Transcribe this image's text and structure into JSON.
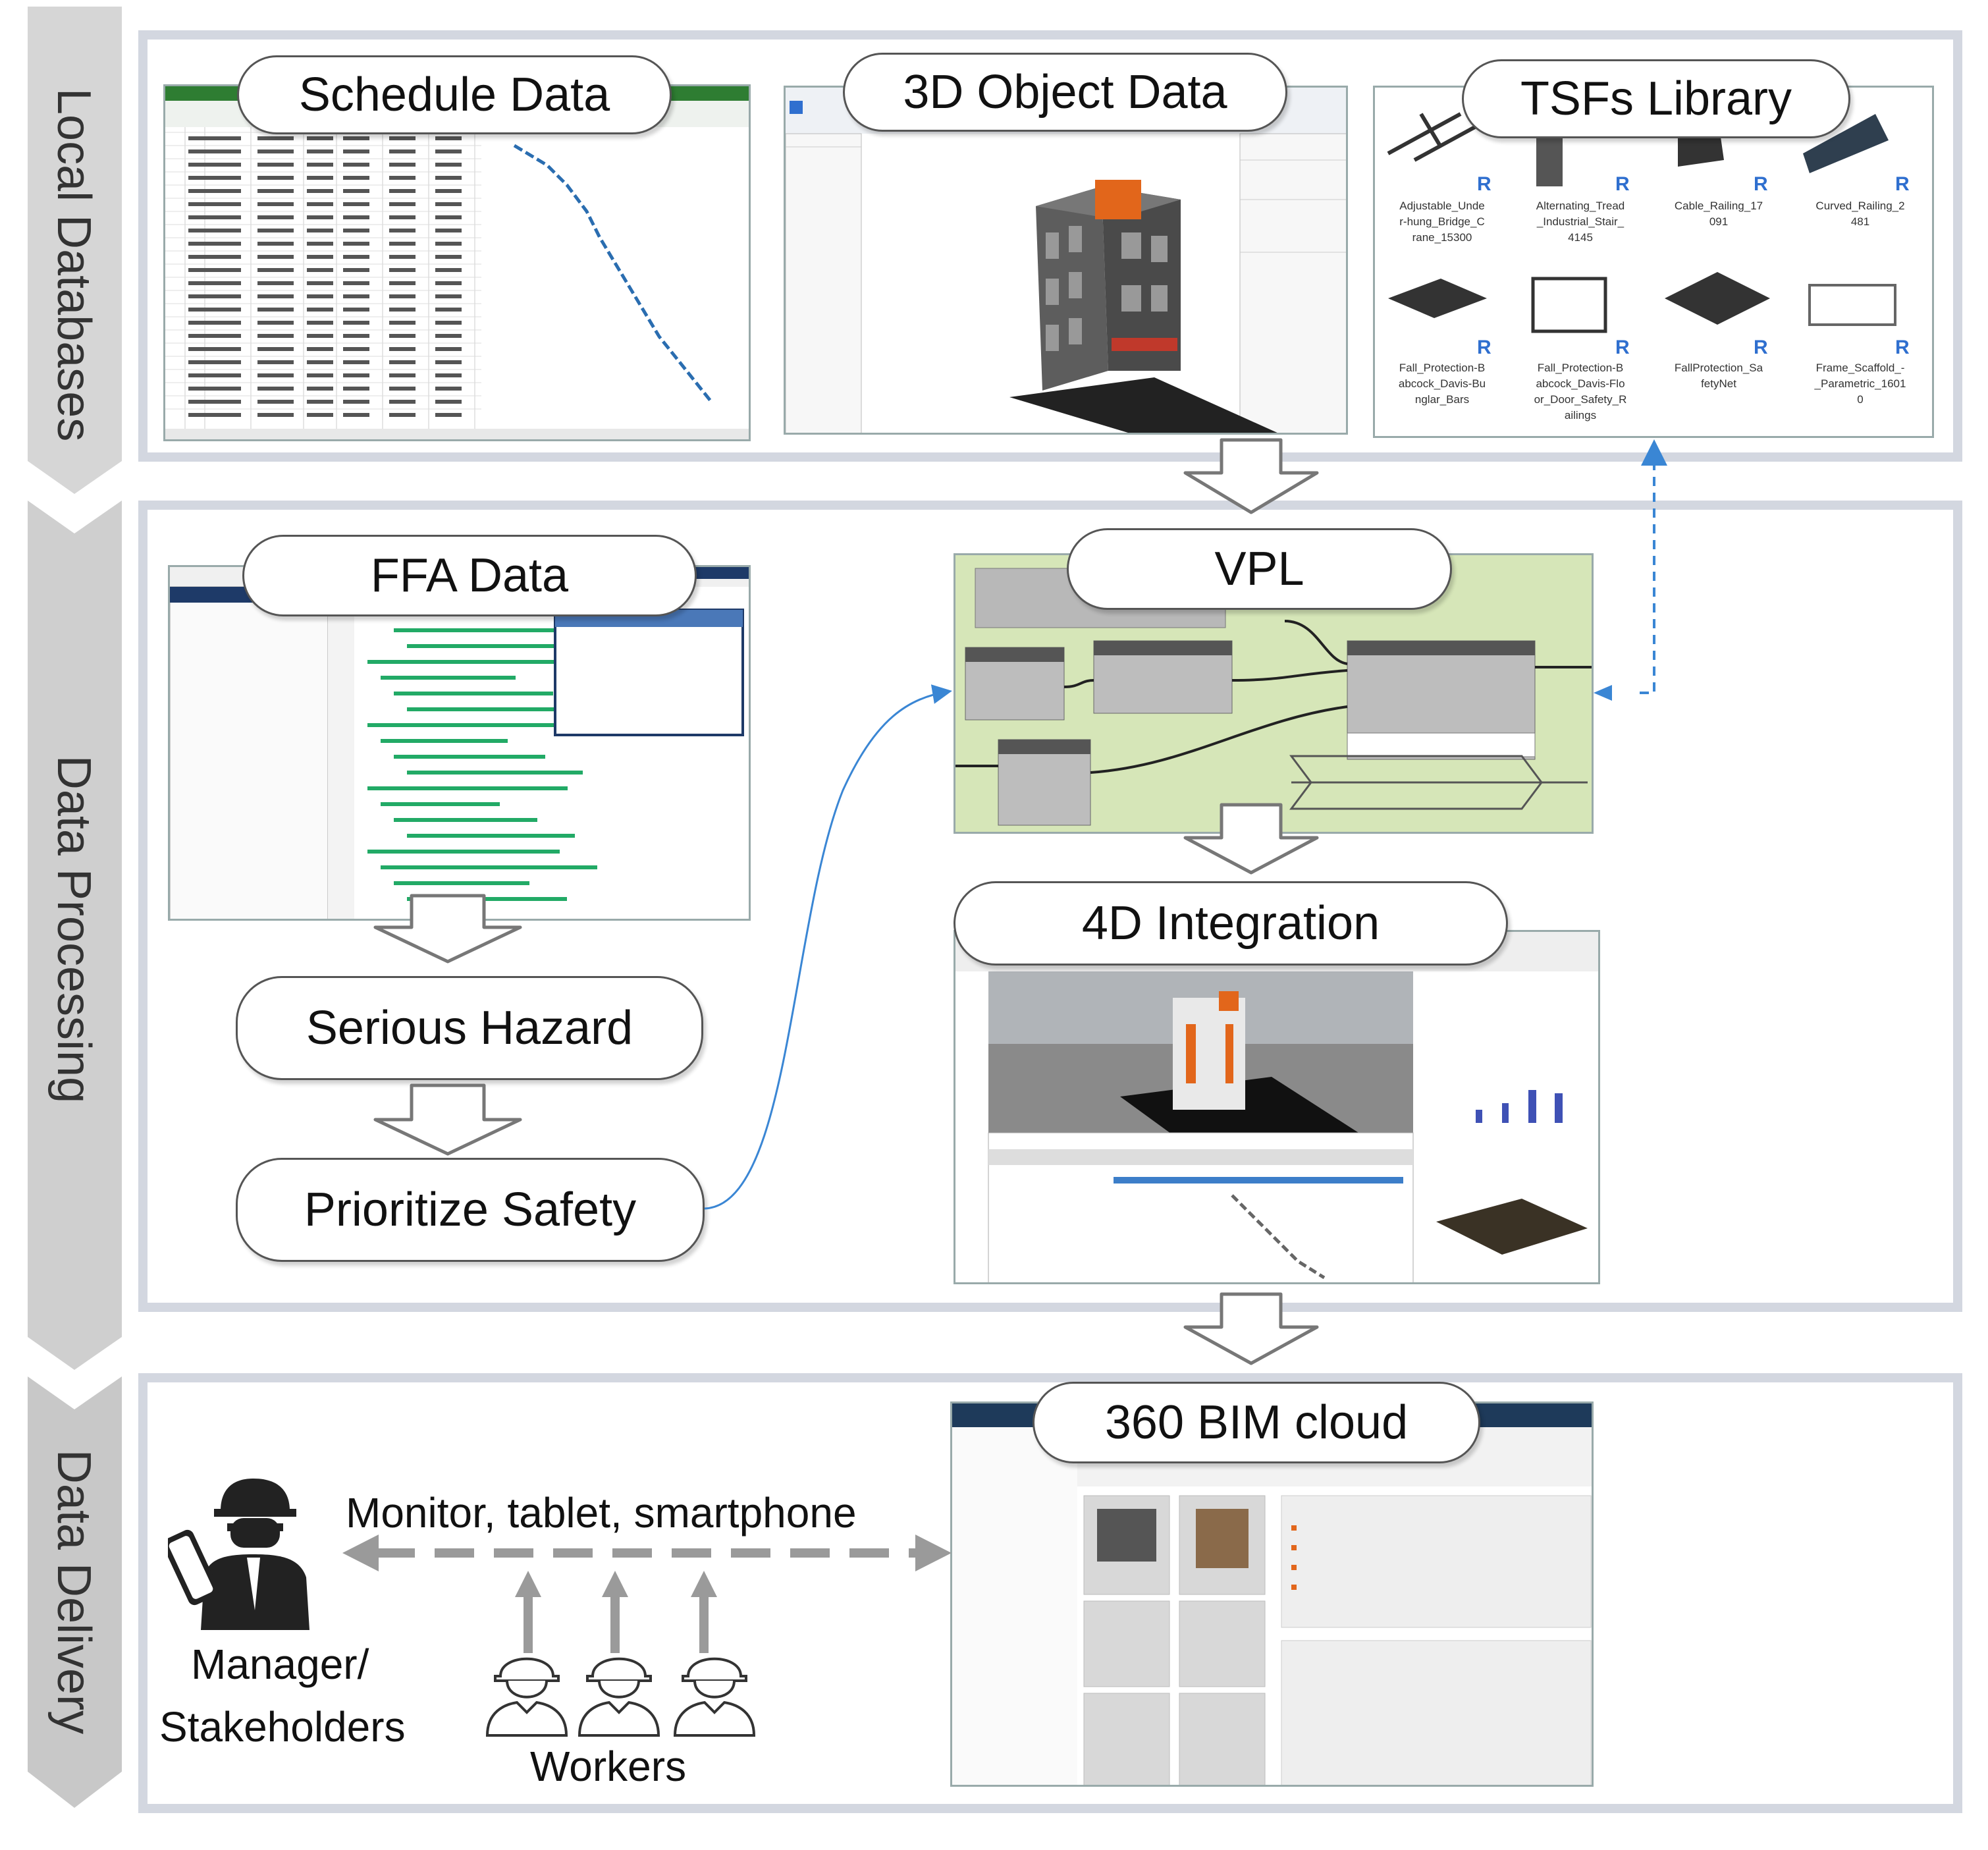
{
  "stages": {
    "local": "Local Databases",
    "processing": "Data Processing",
    "delivery": "Data Delivery"
  },
  "local_databases": {
    "schedule": "Schedule Data",
    "object3d": "3D Object Data",
    "tsf_library": {
      "title": "TSFs Library",
      "items": [
        "Adjustable_Unde\nr-hung_Bridge_C\nrane_15300",
        "Alternating_Tread\n_Industrial_Stair_\n4145",
        "Cable_Railing_17\n091",
        "Curved_Railing_2\n481",
        "Fall_Protection-B\nabcock_Davis-Bu\nnglar_Bars",
        "Fall_Protection-B\nabcock_Davis-Flo\nor_Door_Safety_R\nailings",
        "FallProtection_Sa\nfetyNet",
        "Frame_Scaffold_-\n_Parametric_1601\n0"
      ],
      "badge": "R"
    }
  },
  "data_processing": {
    "ffa": "FFA Data",
    "hazard": "Serious Hazard",
    "prioritize": "Prioritize Safety",
    "vpl": "VPL",
    "integration": "4D Integration"
  },
  "data_delivery": {
    "cloud": "360 BIM cloud",
    "devices": "Monitor, tablet, smartphone",
    "manager": "Manager/",
    "stakeholders": "Stakeholders",
    "workers": "Workers"
  },
  "colors": {
    "panel_border": "#d3d7e0",
    "stage_band": "#d0d0d0",
    "arrow_blue": "#3a86d4",
    "vpl_bg": "#d6e6b8",
    "revit_badge": "#2f6fcf"
  }
}
